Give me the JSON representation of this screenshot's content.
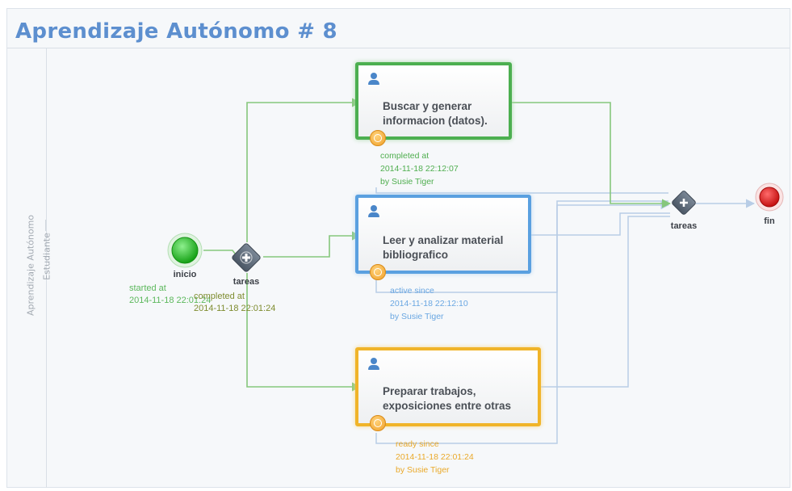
{
  "title": "Aprendizaje Autónomo # 8",
  "pool": {
    "label": "Aprendizaje Autónomo"
  },
  "lane": {
    "label": "Estudiante"
  },
  "colors": {
    "title": "#5d8fcf",
    "completed": "#4caf50",
    "active": "#5aa0e0",
    "ready": "#f0b429",
    "start_event": "#22b022",
    "end_event": "#d81c1c",
    "gateway": "#5b6877",
    "flow_taken": "#86c77c",
    "flow_pending": "#b8cde6"
  },
  "start_event": {
    "label": "inicio",
    "status_label": "started at",
    "timestamp": "2014-11-18 22:01:24",
    "icon": "start-event-circle"
  },
  "gateway_split": {
    "label": "tareas",
    "status_label": "completed at",
    "timestamp": "2014-11-18 22:01:24",
    "icon": "parallel-gateway-diamond"
  },
  "gateway_join": {
    "label": "tareas",
    "icon": "parallel-gateway-diamond"
  },
  "end_event": {
    "label": "fin",
    "icon": "end-event-circle"
  },
  "tasks": [
    {
      "name_line1": "Buscar y generar",
      "name_line2": "informacion (datos).",
      "state": "completed",
      "status_label": "completed at",
      "timestamp": "2014-11-18 22:12:07",
      "by": "by Susie Tiger",
      "icons": [
        "user-icon",
        "timer-icon"
      ]
    },
    {
      "name_line1": "Leer y analizar material",
      "name_line2": "bibliografico",
      "state": "active",
      "status_label": "active since",
      "timestamp": "2014-11-18 22:12:10",
      "by": "by Susie Tiger",
      "icons": [
        "user-icon",
        "timer-icon"
      ]
    },
    {
      "name_line1": "Preparar trabajos,",
      "name_line2": "exposiciones entre otras",
      "state": "ready",
      "status_label": "ready since",
      "timestamp": "2014-11-18 22:01:24",
      "by": "by Susie Tiger",
      "icons": [
        "user-icon",
        "timer-icon"
      ]
    }
  ]
}
